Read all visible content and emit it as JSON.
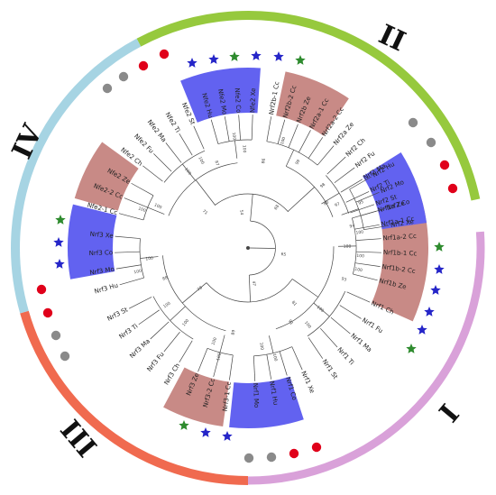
{
  "colors": {
    "group_I": "#d9a1d9",
    "group_II": "#96c93d",
    "group_III": "#f06a4f",
    "group_IV": "#a6d4e3",
    "clade_blue": "#6262f0",
    "clade_brown": "#c88a86",
    "star_blue": "#2525c8",
    "star_green": "#2e8b2e",
    "dot_red": "#e0001a",
    "dot_grey": "#8a8a8a"
  },
  "groups": [
    {
      "label": "I",
      "color_key": "group_I"
    },
    {
      "label": "II",
      "color_key": "group_II"
    },
    {
      "label": "III",
      "color_key": "group_III"
    },
    {
      "label": "IV",
      "color_key": "group_IV"
    }
  ],
  "leaves": [
    {
      "label": "Nrf1a Ze",
      "angle": 15
    },
    {
      "label": "Nrf1a-1 Cc",
      "angle": 8
    },
    {
      "label": "Nrf1a-2 Cc",
      "angle": 1
    },
    {
      "label": "Nrf1b-1 Cc",
      "angle": -6
    },
    {
      "label": "Nrf1b-2 Cc",
      "angle": -13
    },
    {
      "label": "Nrf1b Ze",
      "angle": -20
    },
    {
      "label": "Nrf1 Ch",
      "angle": -30
    },
    {
      "label": "Nrf1 Fu",
      "angle": -38
    },
    {
      "label": "Nrf1 Ma",
      "angle": -46
    },
    {
      "label": "Nrf1 Ti",
      "angle": -54
    },
    {
      "label": "Nrf1 St",
      "angle": -62
    },
    {
      "label": "Nrf1 Xe",
      "angle": -72
    },
    {
      "label": "Nrf1 Co",
      "angle": -80
    },
    {
      "label": "Nrf1 Hu",
      "angle": -88
    },
    {
      "label": "Nrf1 Mo",
      "angle": -96
    },
    {
      "label": "Nrf3-1 Cc",
      "angle": -105
    },
    {
      "label": "Nrf3-2 Cc",
      "angle": -112
    },
    {
      "label": "Nrf3 Ze",
      "angle": -119
    },
    {
      "label": "Nrf3 Ch",
      "angle": -128
    },
    {
      "label": "Nrf3 Fu",
      "angle": -136
    },
    {
      "label": "Nrf3 Ma",
      "angle": -144
    },
    {
      "label": "Nrf3 Ti",
      "angle": -152
    },
    {
      "label": "Nrf3 St",
      "angle": -160
    },
    {
      "label": "Nrf3 Hu",
      "angle": -168
    },
    {
      "label": "Nrf3 Mo",
      "angle": -175
    },
    {
      "label": "Nrf3 Co",
      "angle": 177
    },
    {
      "label": "Nrf3 Xe",
      "angle": 170
    },
    {
      "label": "Nfe2-1 Cc",
      "angle": 162
    },
    {
      "label": "Nfe2-2 Cc",
      "angle": 155
    },
    {
      "label": "Nfe2 Ze",
      "angle": 148
    },
    {
      "label": "Nfe2 Ch",
      "angle": 140
    },
    {
      "label": "Nfe2 Fu",
      "angle": 133
    },
    {
      "label": "Nfe2 Ma",
      "angle": 126
    },
    {
      "label": "Nfe2 Ti",
      "angle": 119
    },
    {
      "label": "Nfe2 St",
      "angle": 112
    },
    {
      "label": "Nfe2 Hu",
      "angle": 104
    },
    {
      "label": "Nfe2 Mo",
      "angle": 97
    },
    {
      "label": "Nfe2 Co",
      "angle": 90
    },
    {
      "label": "Nfe2 Xe",
      "angle": 83
    },
    {
      "label": "Nrf2b-1 Cc",
      "angle": 76
    },
    {
      "label": "Nrf2b-2 Cc",
      "angle": 69
    },
    {
      "label": "Nrf2b Ze",
      "angle": 62
    },
    {
      "label": "Nrf2a-1 Cc",
      "angle": 55
    },
    {
      "label": "Nrf2a-2 Cc",
      "angle": 48
    },
    {
      "label": "Nrf2a Ze",
      "angle": 41
    },
    {
      "label": "Nrf2 Ch",
      "angle": 34
    },
    {
      "label": "Nrf2 Fu",
      "angle": 27
    },
    {
      "label": "Nrf2 Ma",
      "angle": 20
    },
    {
      "label": "Nrf2 Ti",
      "angle": 13
    },
    {
      "label": "Nrf2 St",
      "angle": 6
    },
    {
      "label": "Nrf2 Hu",
      "angle": 27
    },
    {
      "label": "Nrf2 Mo",
      "angle": 20
    },
    {
      "label": "Nrf2 Co",
      "angle": 13
    },
    {
      "label": "Nrf2 Xe",
      "angle": 6
    }
  ],
  "bootstrap_labels": [
    "100",
    "100",
    "100",
    "100",
    "100",
    "100",
    "100",
    "100",
    "100",
    "100",
    "100",
    "100",
    "100",
    "100",
    "100",
    "100",
    "100",
    "100",
    "100",
    "100",
    "100",
    "99",
    "98",
    "97",
    "95",
    "94",
    "93",
    "91",
    "89",
    "88",
    "87",
    "86",
    "85",
    "81",
    "78",
    "71",
    "68",
    "65",
    "54",
    "47"
  ]
}
